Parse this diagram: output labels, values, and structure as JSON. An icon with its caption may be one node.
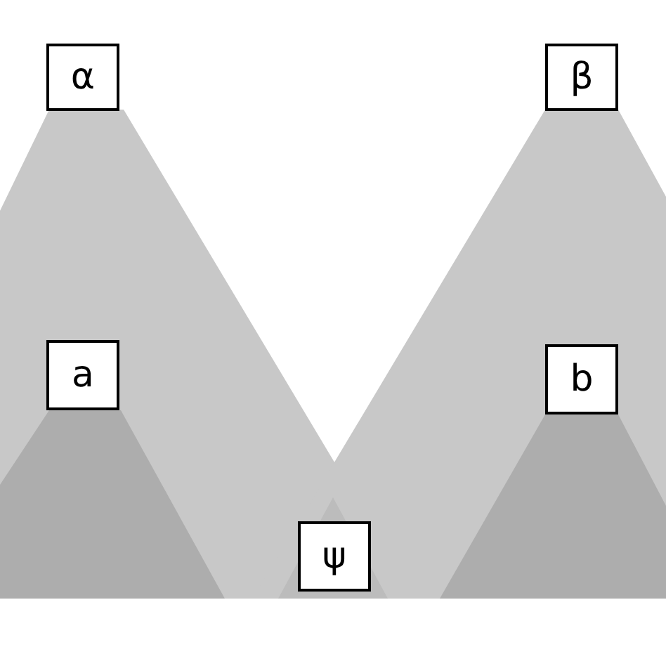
{
  "diagram": {
    "nodes": [
      {
        "text": [
          "α"
        ]
      },
      {
        "text": [
          "β"
        ]
      },
      {
        "text": [
          "a"
        ]
      },
      {
        "text": [
          "b"
        ]
      },
      {
        "text": [
          "ψ"
        ]
      }
    ]
  }
}
